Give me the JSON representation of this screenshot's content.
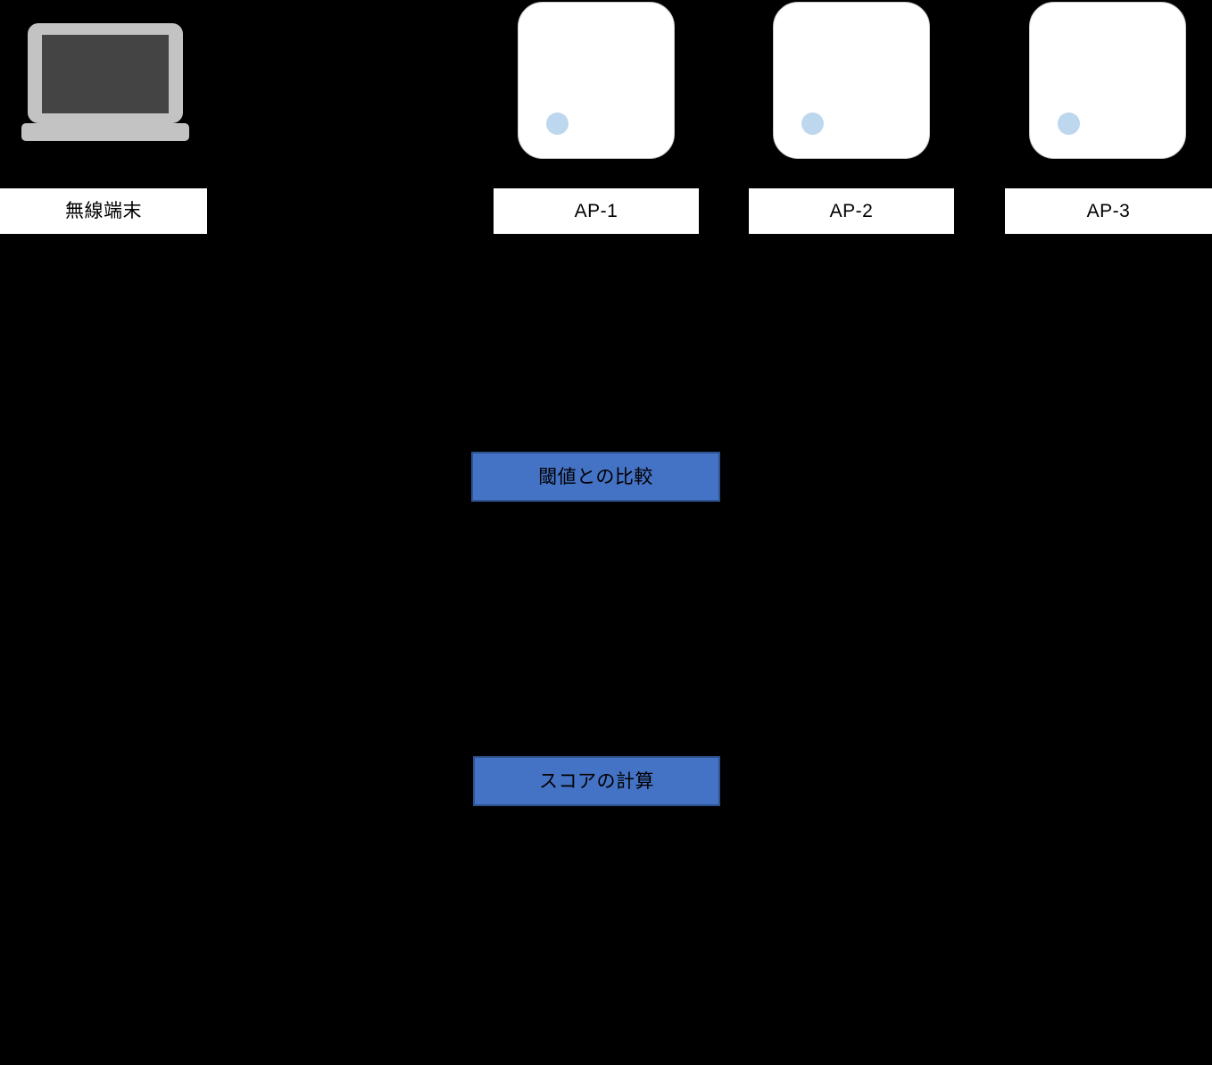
{
  "diagram": {
    "background_color": "#000000",
    "nodes": {
      "terminal": {
        "label": "無線端末",
        "icon": "laptop-icon",
        "icon_body_color": "#c3c3c3",
        "icon_screen_color": "#444444",
        "label_bg": "#ffffff",
        "label_fg": "#000000"
      },
      "access_points": [
        {
          "label": "AP-1",
          "icon": "access-point-icon",
          "led_color": "#bdd7ee",
          "icon_bg": "#ffffff",
          "icon_border": "#c8c8c8"
        },
        {
          "label": "AP-2",
          "icon": "access-point-icon",
          "led_color": "#bdd7ee",
          "icon_bg": "#ffffff",
          "icon_border": "#c8c8c8"
        },
        {
          "label": "AP-3",
          "icon": "access-point-icon",
          "led_color": "#bdd7ee",
          "icon_bg": "#ffffff",
          "icon_border": "#c8c8c8"
        }
      ],
      "processes": [
        {
          "label": "閾値との比較",
          "fill": "#4472c4",
          "stroke": "#2f528f",
          "text_color": "#000000"
        },
        {
          "label": "スコアの計算",
          "fill": "#4472c4",
          "stroke": "#2f528f",
          "text_color": "#000000"
        }
      ]
    }
  }
}
